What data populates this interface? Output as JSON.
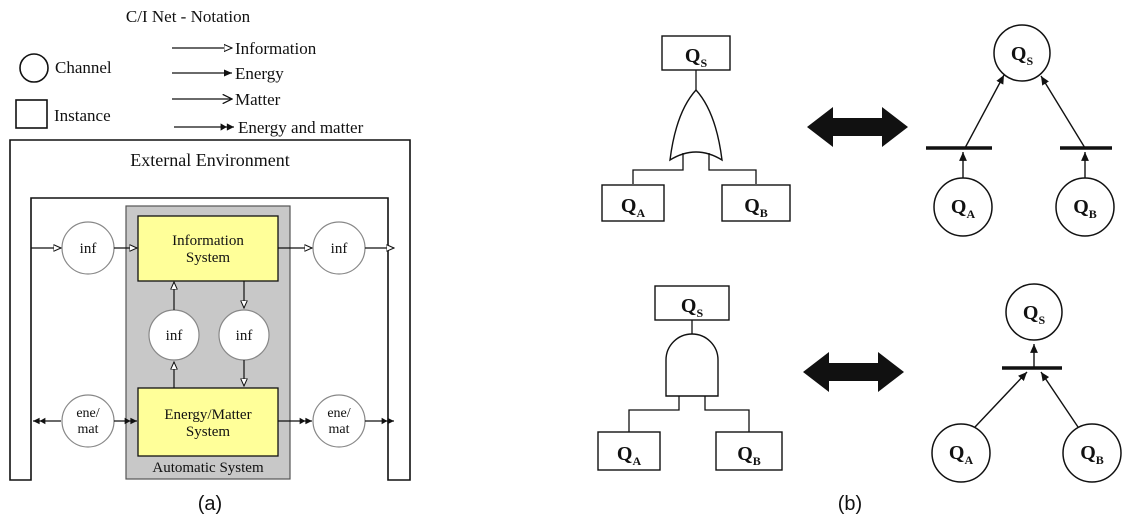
{
  "panel_a": {
    "notation": {
      "title": "C/I Net - Notation",
      "channel": "Channel",
      "instance": "Instance",
      "information": "Information",
      "energy": "Energy",
      "matter": "Matter",
      "energy_and_matter": "Energy and matter"
    },
    "external_environment": "External Environment",
    "automatic_system": "Automatic System",
    "information_system": [
      "Information",
      "System"
    ],
    "energy_matter_system": [
      "Energy/Matter",
      "System"
    ],
    "channel_inf": "inf",
    "channel_enemat": [
      "ene/",
      "mat"
    ],
    "caption": "(a)",
    "colors": {
      "system_fill": "#ffff99",
      "automatic_bg": "#c8c8c8"
    }
  },
  "panel_b": {
    "q_s": {
      "main": "Q",
      "sub": "S"
    },
    "q_a": {
      "main": "Q",
      "sub": "A"
    },
    "q_b": {
      "main": "Q",
      "sub": "B"
    },
    "top_gate": "or-gate",
    "bottom_gate": "and-gate",
    "caption": "(b)"
  }
}
